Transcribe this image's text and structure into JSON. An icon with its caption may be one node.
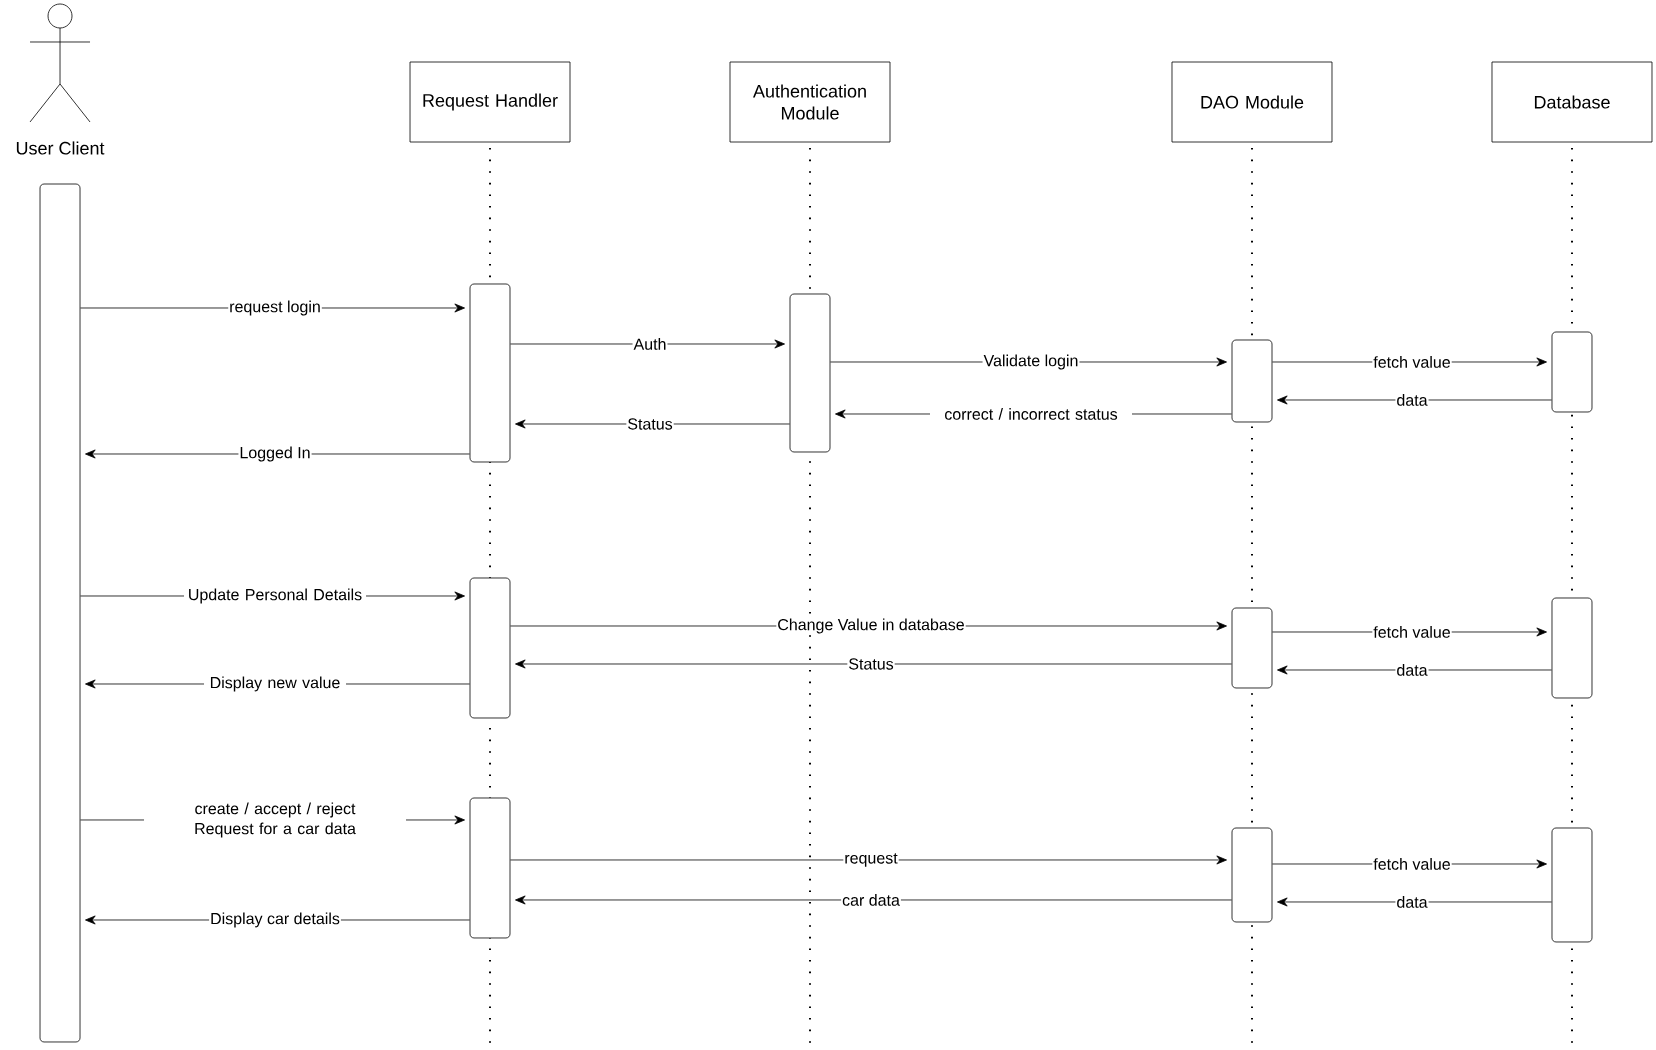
{
  "diagram": {
    "nodes": [
      {
        "text": [
          "User Client"
        ]
      },
      {
        "text": [
          "Request Handler"
        ]
      },
      {
        "text": [
          "Authentication Module"
        ]
      },
      {
        "text": [
          "DAO Module"
        ]
      },
      {
        "text": [
          "Database"
        ]
      },
      {
        "text": [],
        "shape": "bar"
      },
      {
        "text": [],
        "shape": "bar"
      },
      {
        "text": [],
        "shape": "bar"
      },
      {
        "text": [],
        "shape": "bar"
      },
      {
        "text": [],
        "shape": "bar"
      },
      {
        "text": [],
        "shape": "bar"
      },
      {
        "text": [],
        "shape": "bar"
      },
      {
        "text": [],
        "shape": "bar"
      },
      {
        "text": [],
        "shape": "bar"
      },
      {
        "text": [],
        "shape": "bar"
      },
      {
        "text": [],
        "shape": "bar"
      }
    ],
    "edges": [
      {
        "from": 5,
        "to": 6,
        "arrow": "to",
        "label": "request login"
      },
      {
        "from": 6,
        "to": 7,
        "arrow": "to",
        "label": "Auth"
      },
      {
        "from": 7,
        "to": 8,
        "arrow": "to",
        "label": "Validate login"
      },
      {
        "from": 8,
        "to": 9,
        "arrow": "to",
        "label": "fetch value"
      },
      {
        "from": 9,
        "to": 8,
        "arrow": "to",
        "label": "data"
      },
      {
        "from": 8,
        "to": 7,
        "arrow": "to",
        "label": "correct / incorrect status"
      },
      {
        "from": 7,
        "to": 6,
        "arrow": "to",
        "label": "Status"
      },
      {
        "from": 6,
        "to": 5,
        "arrow": "to",
        "label": "Logged In"
      },
      {
        "from": 5,
        "to": 10,
        "arrow": "to",
        "label": "Update Personal Details"
      },
      {
        "from": 10,
        "to": 11,
        "arrow": "to",
        "label": "Change Value in database"
      },
      {
        "from": 11,
        "to": 12,
        "arrow": "to",
        "label": "fetch value"
      },
      {
        "from": 12,
        "to": 11,
        "arrow": "to",
        "label": "data"
      },
      {
        "from": 11,
        "to": 10,
        "arrow": "to",
        "label": "Status"
      },
      {
        "from": 10,
        "to": 5,
        "arrow": "to",
        "label": "Display new value"
      },
      {
        "from": 5,
        "to": 13,
        "arrow": "to",
        "label": "create / accept / reject Request for a car data"
      },
      {
        "from": 13,
        "to": 14,
        "arrow": "to",
        "label": "request"
      },
      {
        "from": 14,
        "to": 15,
        "arrow": "to",
        "label": "fetch value"
      },
      {
        "from": 15,
        "to": 14,
        "arrow": "to",
        "label": "data"
      },
      {
        "from": 14,
        "to": 13,
        "arrow": "to",
        "label": "car data"
      },
      {
        "from": 13,
        "to": 5,
        "arrow": "to",
        "label": "Display car details"
      }
    ]
  }
}
